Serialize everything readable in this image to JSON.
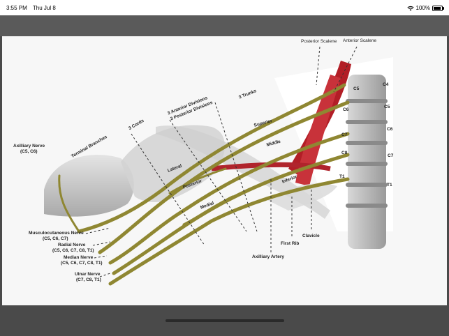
{
  "status_bar": {
    "time": "3:55 PM",
    "date": "Thu Jul 8",
    "battery": "100%",
    "icons": [
      "wifi-icon",
      "battery-icon"
    ]
  },
  "diagram": {
    "labels": {
      "posterior_scalene": "Posterior Scalene",
      "anterior_scalene": "Anterior Scalene",
      "axillary_nerve": "Axilliary Nerve",
      "axillary_nerve_roots": "(C5, C6)",
      "terminal_branches": "Terminal Branches",
      "cords": "3 Cords",
      "divisions_anterior": "3 Anterior Divisions",
      "divisions_posterior": "3 Posterior Divisions",
      "trunks": "3 Trunks",
      "superior": "Superior",
      "middle": "Middle",
      "inferior": "Inferior",
      "lateral": "Lateral",
      "posterior": "Posterior",
      "medial": "Medial",
      "c4": "C4",
      "c5": "C5",
      "c6": "C6",
      "c7": "C7",
      "c8": "C8",
      "t1": "T1",
      "c5_right": "C5",
      "c6_right": "C6",
      "c7_right": "C7",
      "t1_right": "T1",
      "musculocutaneous_nerve": "Musculocutaneous Nerve",
      "musculocutaneous_roots": "(C5, C6, C7)",
      "radial_nerve": "Radial Nerve",
      "radial_roots": "(C5, C6, C7, C8, T1)",
      "median_nerve": "Median Nerve",
      "median_roots": "(C5, C6, C7, C8, T1)",
      "ulnar_nerve": "Ulnar Nerve",
      "ulnar_roots": "(C7, C8, T1)",
      "axillary_artery": "Axilliary Artery",
      "first_rib": "First Rib",
      "clavicle": "Clavicle"
    }
  }
}
